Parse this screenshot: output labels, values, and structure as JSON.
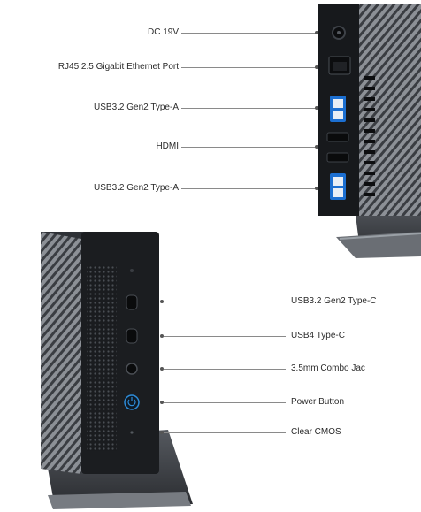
{
  "product": {
    "top_view_labels": [
      {
        "text": "DC 19V"
      },
      {
        "text": "RJ45 2.5 Gigabit Ethernet Port"
      },
      {
        "text": "USB3.2 Gen2 Type-A"
      },
      {
        "text": "HDMI"
      },
      {
        "text": "USB3.2 Gen2 Type-A"
      }
    ],
    "bottom_view_labels": [
      {
        "text": "USB3.2 Gen2 Type-C"
      },
      {
        "text": "USB4 Type-C"
      },
      {
        "text": "3.5mm Combo Jac"
      },
      {
        "text": "Power Button"
      },
      {
        "text": "Clear CMOS"
      }
    ]
  },
  "colors": {
    "body_dark": "#1d1f22",
    "body_mid": "#2c2f33",
    "fins_light": "#b9bcc0",
    "stand": "#3a3d42",
    "port_blue": "#1c6fd1",
    "power_ring": "#2d8bd8"
  }
}
